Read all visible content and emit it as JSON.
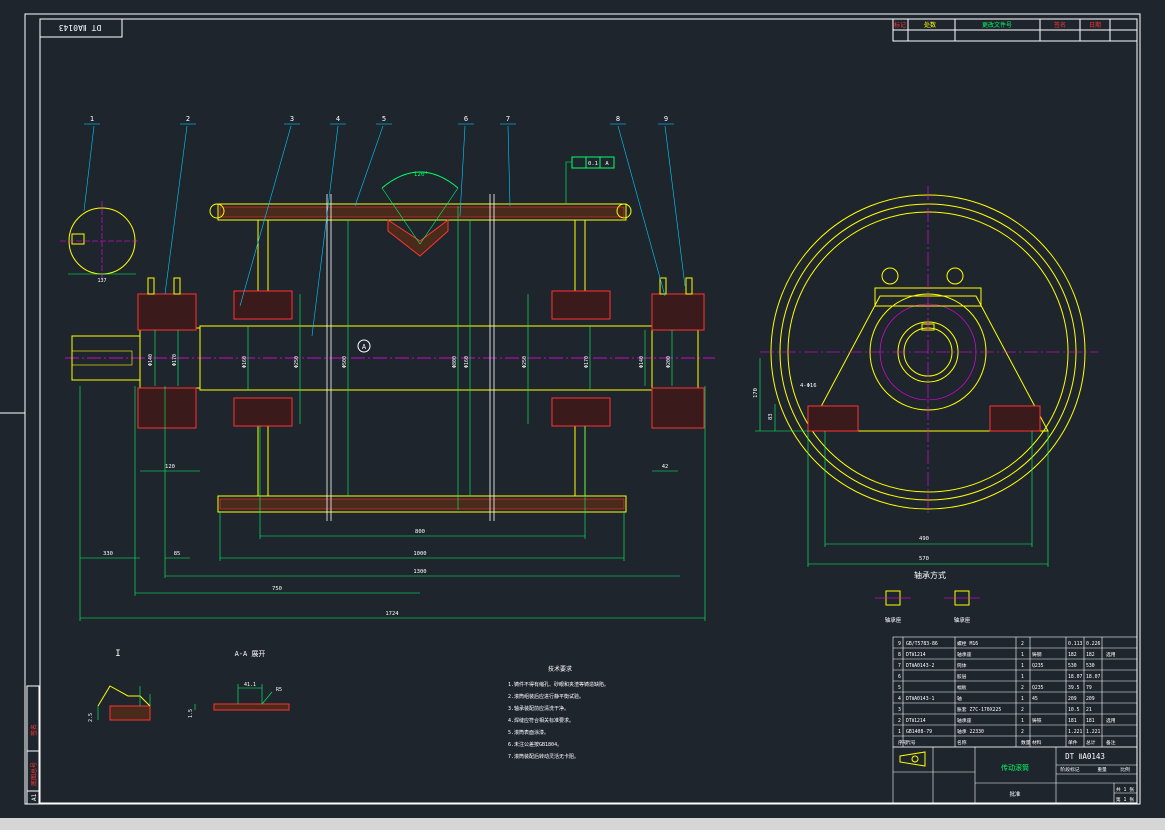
{
  "drawing": {
    "code": "DT ⅡA0143",
    "title": "传动滚筒",
    "view_label_section": "A-A 展开",
    "view_label_detail": "I",
    "install_title": "轴承方式",
    "install_left": "轴承座",
    "install_right": "轴承座",
    "tech_title": "技术要求",
    "tech_notes": [
      "1.铸件不得有缩孔、砂眼和夹渣等铸造缺陷。",
      "2.滚筒组装后应进行静平衡试验。",
      "3.轴承装配前应清洗干净。",
      "4.焊缝应符合相关标准要求。",
      "5.滚筒表面涂漆。",
      "6.未注公差按GB1804。",
      "7.滚筒装配后转动灵活无卡阻。"
    ]
  },
  "callouts": [
    "1",
    "2",
    "3",
    "4",
    "5",
    "6",
    "7",
    "8",
    "9"
  ],
  "dimensions": {
    "overall": "1724",
    "d750": "750",
    "d1300": "1300",
    "d1000": "1000",
    "d800": "800",
    "left_ext": "330",
    "d85": "85",
    "d120": "120",
    "d42": "42",
    "angle": "120°",
    "d490": "490",
    "d570": "570",
    "d170": "170",
    "d83": "83",
    "bolts": "4-Φ16",
    "d137": "137",
    "d41": "41.1",
    "r5": "R5",
    "d25": "2.5",
    "d15": "1.5",
    "vertical_dims": [
      "Φ140",
      "Φ170",
      "Φ160",
      "Φ250",
      "Φ500",
      "Φ800",
      "Φ160",
      "Φ250",
      "Φ170",
      "Φ140",
      "Φ200"
    ],
    "section_mark": "A",
    "tolerance": "0.1"
  },
  "bom_rows": [
    [
      "9",
      "GB/T5783-86",
      "螺栓 M16",
      "2",
      "",
      "0.113",
      "0.226",
      ""
    ],
    [
      "8",
      "DTⅡ1214",
      "轴承座",
      "1",
      "铸钢",
      "182",
      "182",
      "选用"
    ],
    [
      "7",
      "DTⅡA0143-2",
      "筒体",
      "1",
      "Q235",
      "530",
      "530",
      ""
    ],
    [
      "6",
      "",
      "胶层",
      "1",
      "",
      "18.07",
      "18.07",
      ""
    ],
    [
      "5",
      "",
      "幅板",
      "2",
      "Q235",
      "39.5",
      "79",
      ""
    ],
    [
      "4",
      "DTⅡA0143-1",
      "轴",
      "1",
      "45",
      "209",
      "209",
      ""
    ],
    [
      "3",
      "",
      "胀套 Z7C-170X225",
      "2",
      "",
      "10.5",
      "21",
      ""
    ],
    [
      "2",
      "DTⅡ1214",
      "轴承座",
      "1",
      "铸铁",
      "181",
      "181",
      "选用"
    ],
    [
      "1",
      "GB1408-79",
      "轴承 22330",
      "2",
      "",
      "1.221",
      "1.221",
      ""
    ]
  ],
  "bom_header": [
    "序号",
    "代号",
    "名称",
    "数量",
    "材料",
    "单件",
    "总计",
    "备注"
  ],
  "title_block": {
    "stage": "阶段标记",
    "weight": "重量",
    "scale": "比例",
    "sheet": "共 1 张",
    "sheet2": "第 1 张",
    "approval": "批准"
  },
  "revision_header": [
    "标记",
    "处数",
    "更改文件号",
    "签名",
    "日期"
  ],
  "side_strip": [
    "A1",
    "底图总号",
    "签名"
  ],
  "colors": {
    "background": "#1f252d",
    "frame": "#ffffff",
    "object": "#ffff00",
    "dimension": "#00ff66",
    "center": "#ff00ff",
    "leader": "#00ccff",
    "hatch": "#ff3333",
    "text": "#ffffff"
  }
}
